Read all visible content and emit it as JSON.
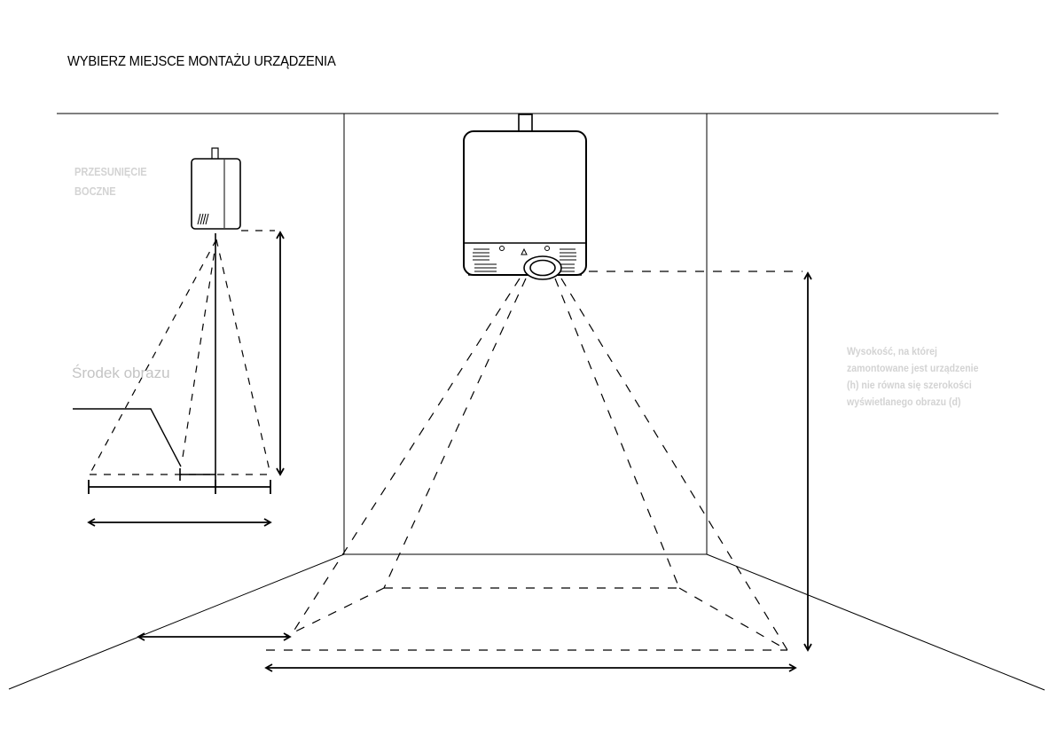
{
  "title": "WYBIERZ MIEJSCE MONTAŻU URZĄDZENIA",
  "labels": {
    "lateral_shift_line1": "PRZESUNIĘCIE",
    "lateral_shift_line2": "BOCZNE",
    "image_center": "Środek obrazu",
    "height_note": "Wysokość, na której zamontowane jest urządzenie (h) nie równa się szerokości wyświetlanego obrazu (d)"
  },
  "colors": {
    "line": "#000000",
    "faint_text": "#d3d3d3",
    "background": "#ffffff"
  },
  "icons": {
    "side_projector": "projector-side-view-icon",
    "main_projector": "projector-front-view-icon"
  }
}
